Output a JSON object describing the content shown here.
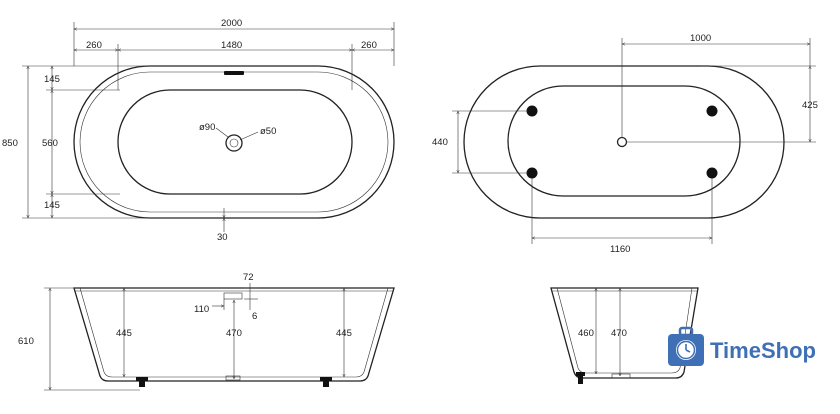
{
  "top_view": {
    "overall_length": "2000",
    "side_offset_left": "260",
    "inner_length": "1480",
    "side_offset_right": "260",
    "overall_width": "850",
    "rim_top": "145",
    "inner_width": "560",
    "rim_bottom": "145",
    "drain_outer_diameter": "ø90",
    "drain_inner_diameter": "ø50",
    "drain_offset": "30"
  },
  "bottom_view": {
    "drain_offset_length": "1000",
    "half_width": "425",
    "leg_spacing_width": "440",
    "leg_spacing_length": "1160"
  },
  "front_view": {
    "overflow_height": "72",
    "overflow_depth": "110",
    "overflow_gap": "6",
    "total_height": "610",
    "depth_left": "445",
    "depth_center": "470",
    "depth_right": "445"
  },
  "side_view": {
    "depth_edge": "460",
    "depth_center": "470"
  },
  "brand": {
    "name": "TimeShop",
    "color": "#3f6fb5"
  }
}
